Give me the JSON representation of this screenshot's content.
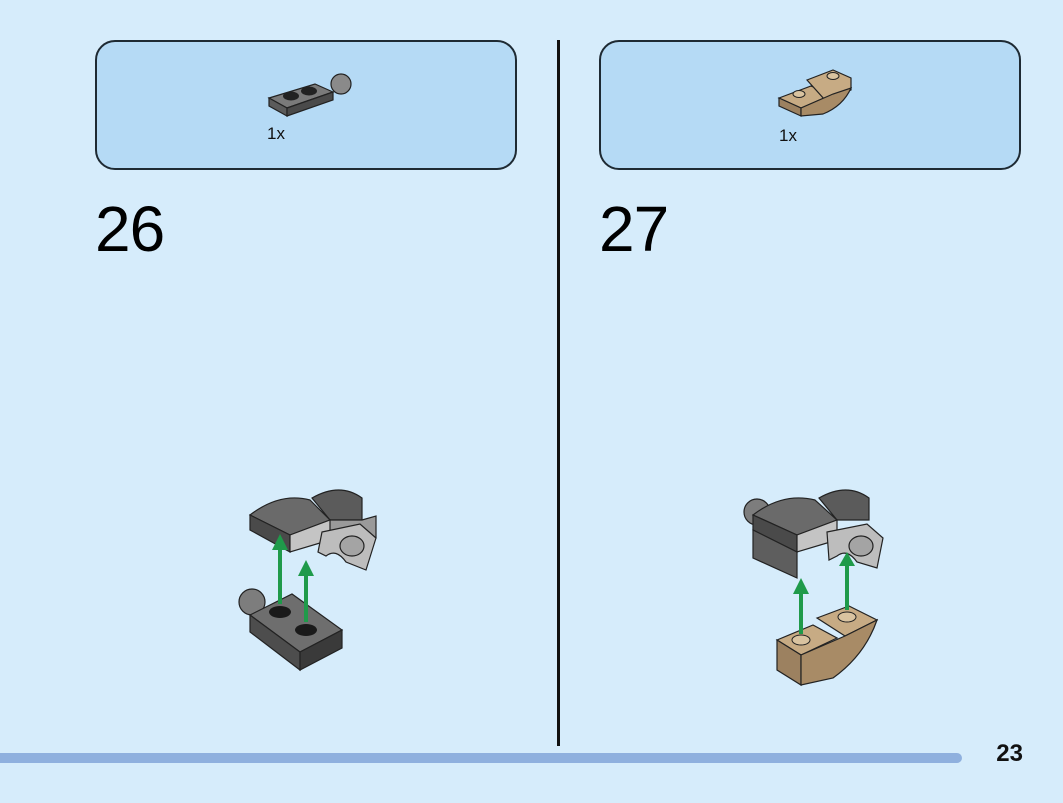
{
  "page_number": "23",
  "steps": [
    {
      "number": "26",
      "parts": [
        {
          "quantity": "1x",
          "icon": "dark-grey-plate-with-ball-icon"
        }
      ]
    },
    {
      "number": "27",
      "parts": [
        {
          "quantity": "1x",
          "icon": "tan-inverted-curved-slope-icon"
        }
      ]
    }
  ],
  "colors": {
    "background": "#d6ecfb",
    "parts_box": "#b5daf5",
    "progress_bar": "#8fb0de",
    "arrow": "#1f9a4a",
    "dark_grey": "#5b5b5b",
    "light_grey": "#b9b9b9",
    "tan": "#b79b74"
  }
}
